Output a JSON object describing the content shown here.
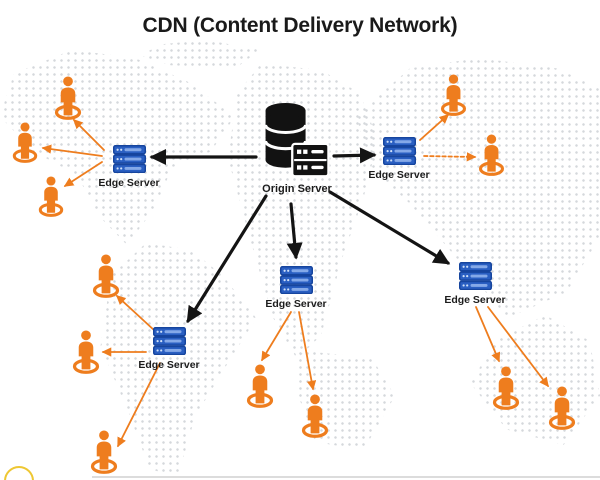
{
  "title": "CDN (Content Delivery Network)",
  "diagram": {
    "type": "cdn-network-topology",
    "origin": {
      "label": "Origin Server",
      "icon": "database-server-icon"
    },
    "edge_servers": [
      {
        "id": "edge-west",
        "label": "Edge Server",
        "icon": "server-rack-icon",
        "connected_users": 3
      },
      {
        "id": "edge-east",
        "label": "Edge Server",
        "icon": "server-rack-icon",
        "connected_users": 2
      },
      {
        "id": "edge-south-west",
        "label": "Edge Server",
        "icon": "server-rack-icon",
        "connected_users": 3
      },
      {
        "id": "edge-south",
        "label": "Edge Server",
        "icon": "server-rack-icon",
        "connected_users": 2
      },
      {
        "id": "edge-south-east",
        "label": "Edge Server",
        "icon": "server-rack-icon",
        "connected_users": 2
      }
    ],
    "users": {
      "icon": "person-icon",
      "total": 12
    },
    "links": {
      "origin_to_edge": {
        "count": 5,
        "color": "#141414",
        "style": "solid"
      },
      "edge_to_user": {
        "count": 12,
        "color": "#ee7d1e",
        "style": "solid (one dashed)"
      }
    },
    "background": {
      "pattern": "dotted-world-map",
      "dot_color": "#d5d8dc"
    },
    "colors": {
      "title": "#1a1a1a",
      "origin_icon_black": "#121212",
      "edge_icon_blue": "#2a5fc2",
      "user_orange": "#ee7d1e",
      "black_arrow": "#141414",
      "yellow_ring": "#eec733"
    }
  }
}
